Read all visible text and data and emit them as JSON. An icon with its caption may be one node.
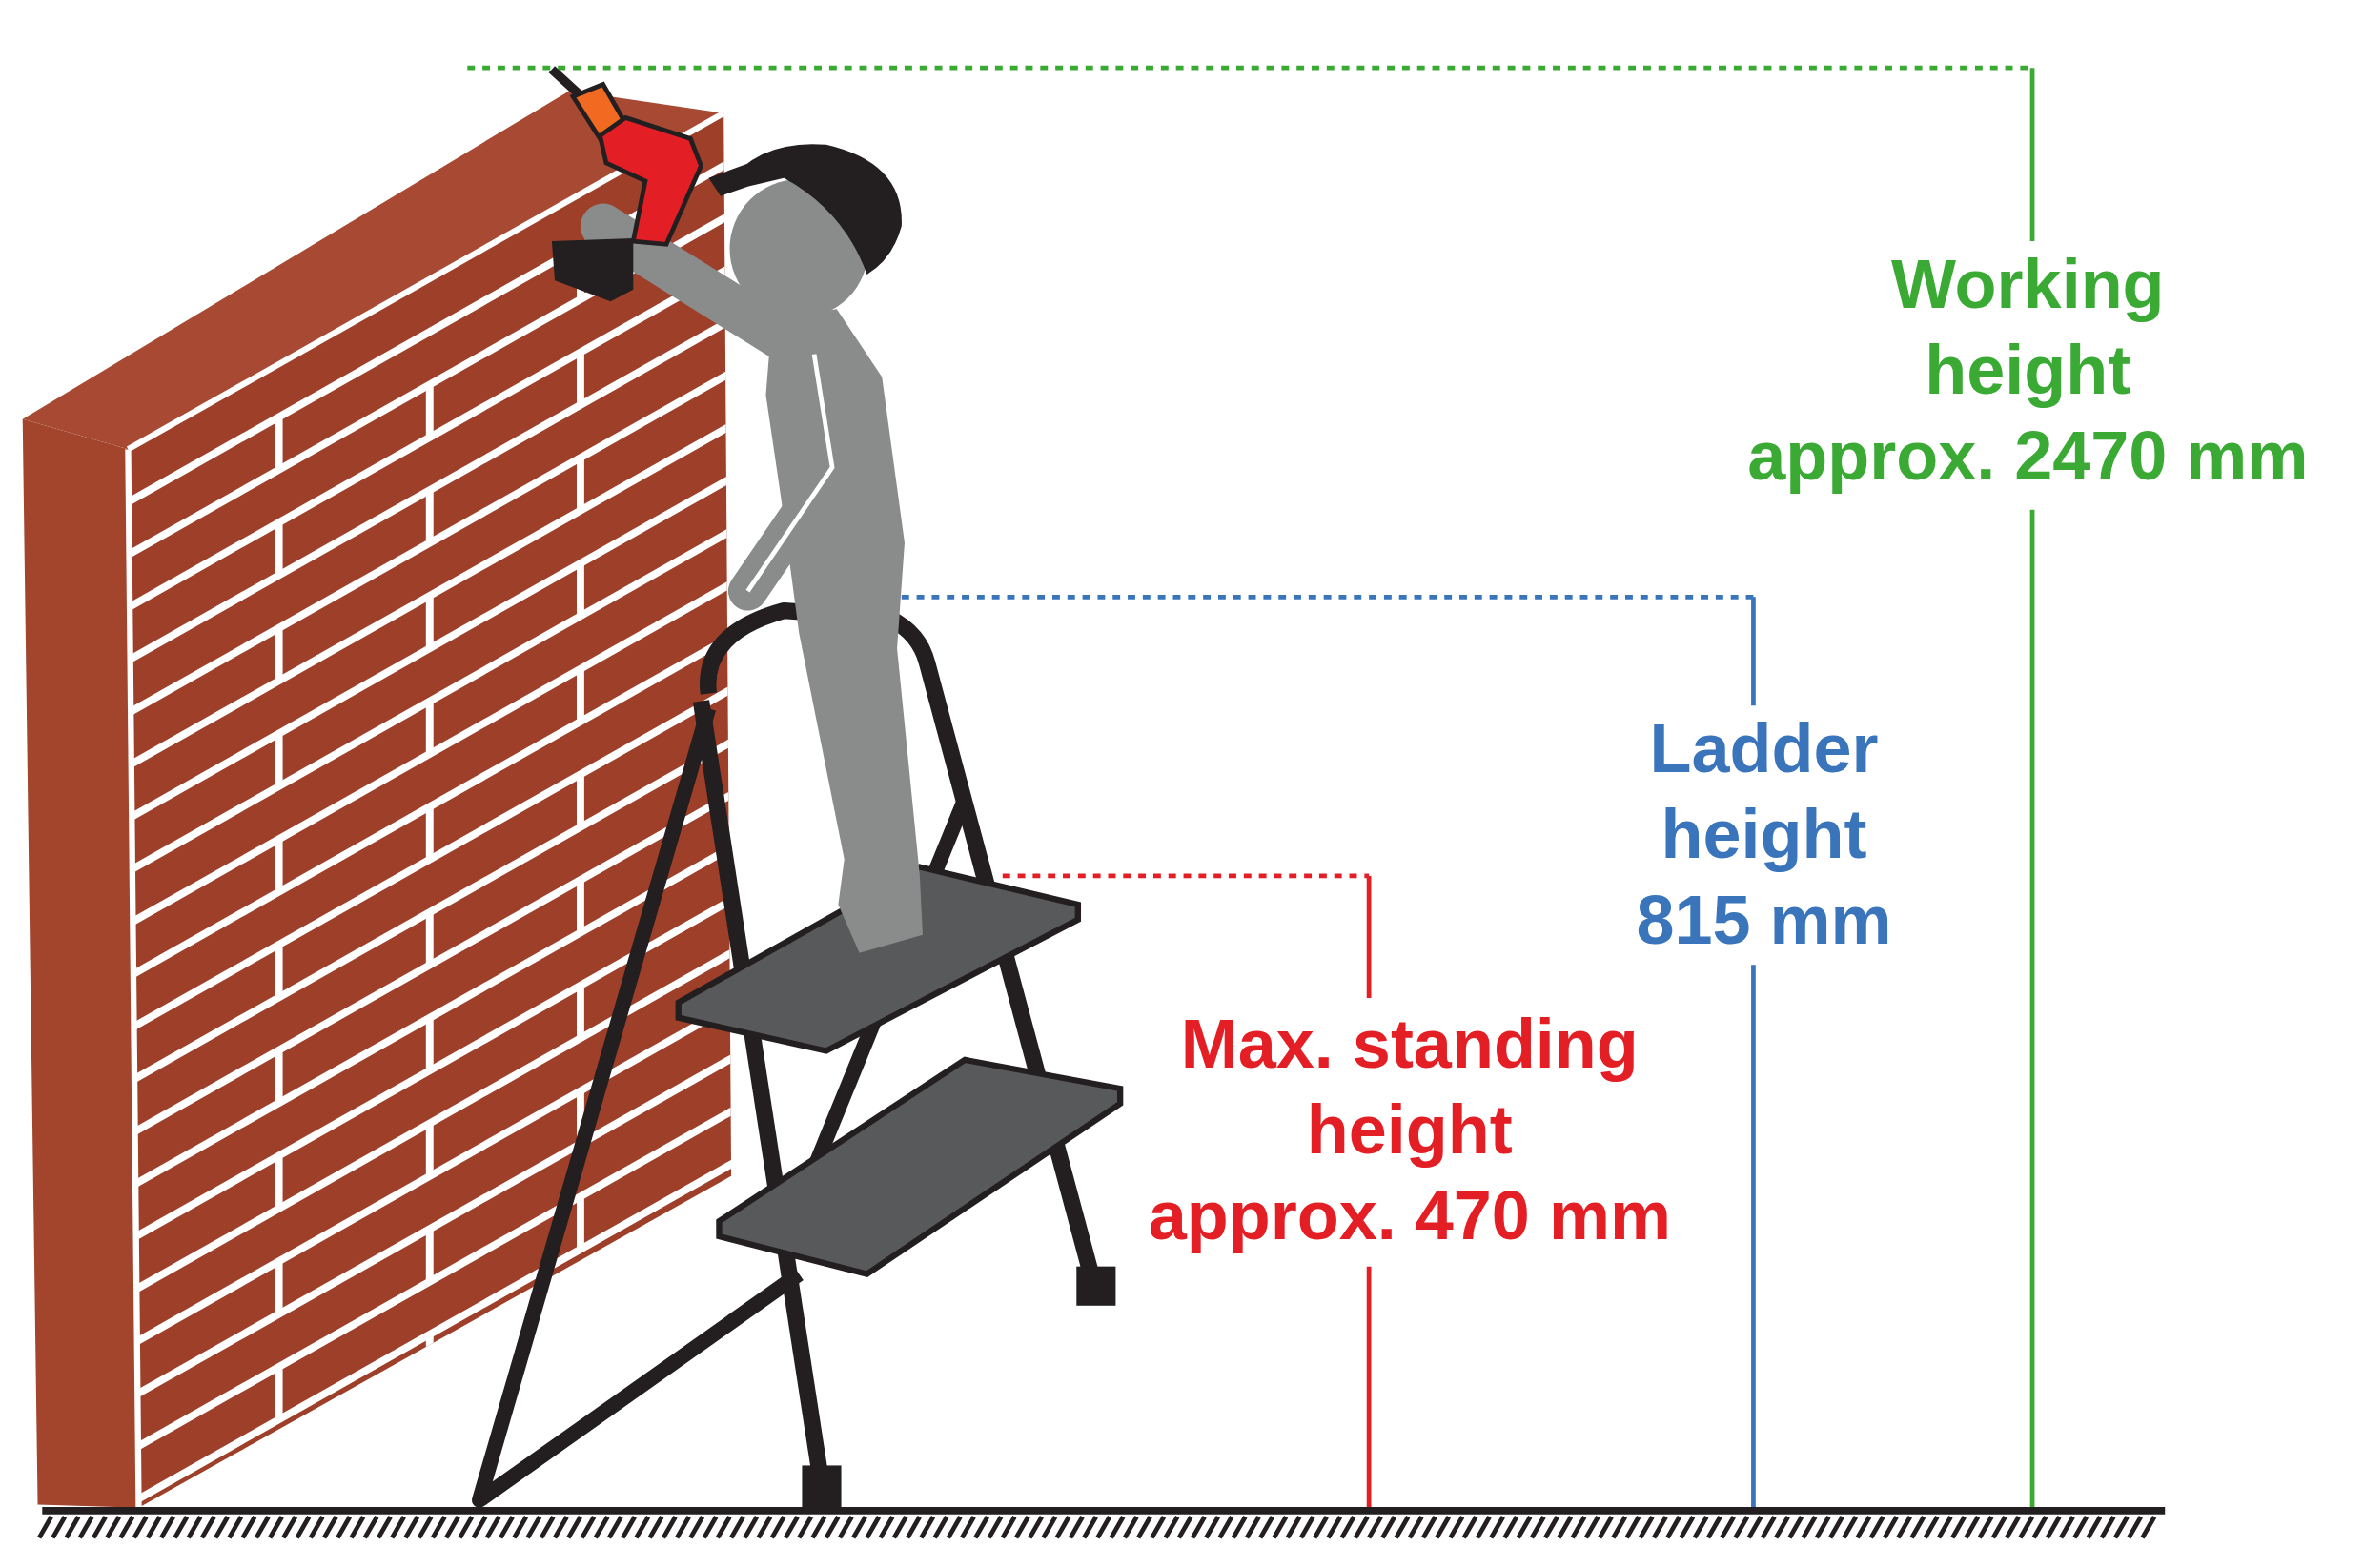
{
  "diagram": {
    "labels": [
      "Working height approx. 2470 mm",
      "Ladder height 815 mm",
      "Max. standing height approx. 470 mm"
    ]
  }
}
